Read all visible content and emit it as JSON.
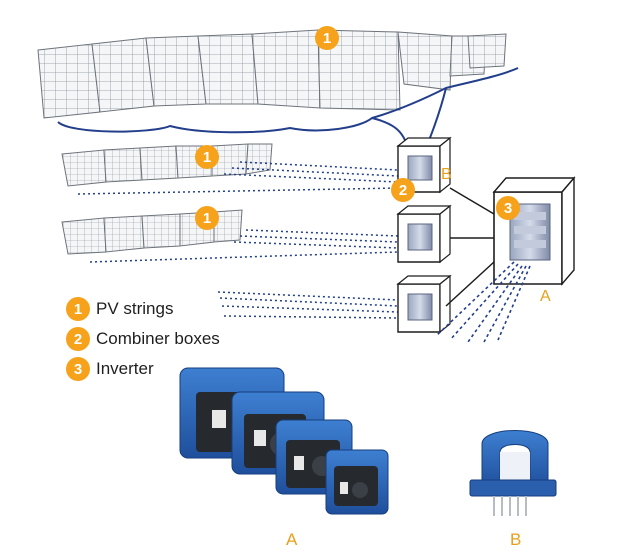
{
  "legend": {
    "items": [
      {
        "num": "1",
        "label": "PV strings"
      },
      {
        "num": "2",
        "label": "Combiner boxes"
      },
      {
        "num": "3",
        "label": "Inverter"
      }
    ]
  },
  "diagram": {
    "badge_string_top": "1",
    "badge_string_mid": "1",
    "badge_string_low": "1",
    "badge_combiner": "2",
    "badge_inverter": "3",
    "label_combiner": "B",
    "label_inverter": "A"
  },
  "sensors": {
    "label_a": "A",
    "label_b": "B"
  },
  "colors": {
    "accent_orange": "#f6a21a",
    "cable_blue": "#233f8c",
    "sensor_blue": "#2f67b8",
    "label_orange": "#e8a01c"
  }
}
